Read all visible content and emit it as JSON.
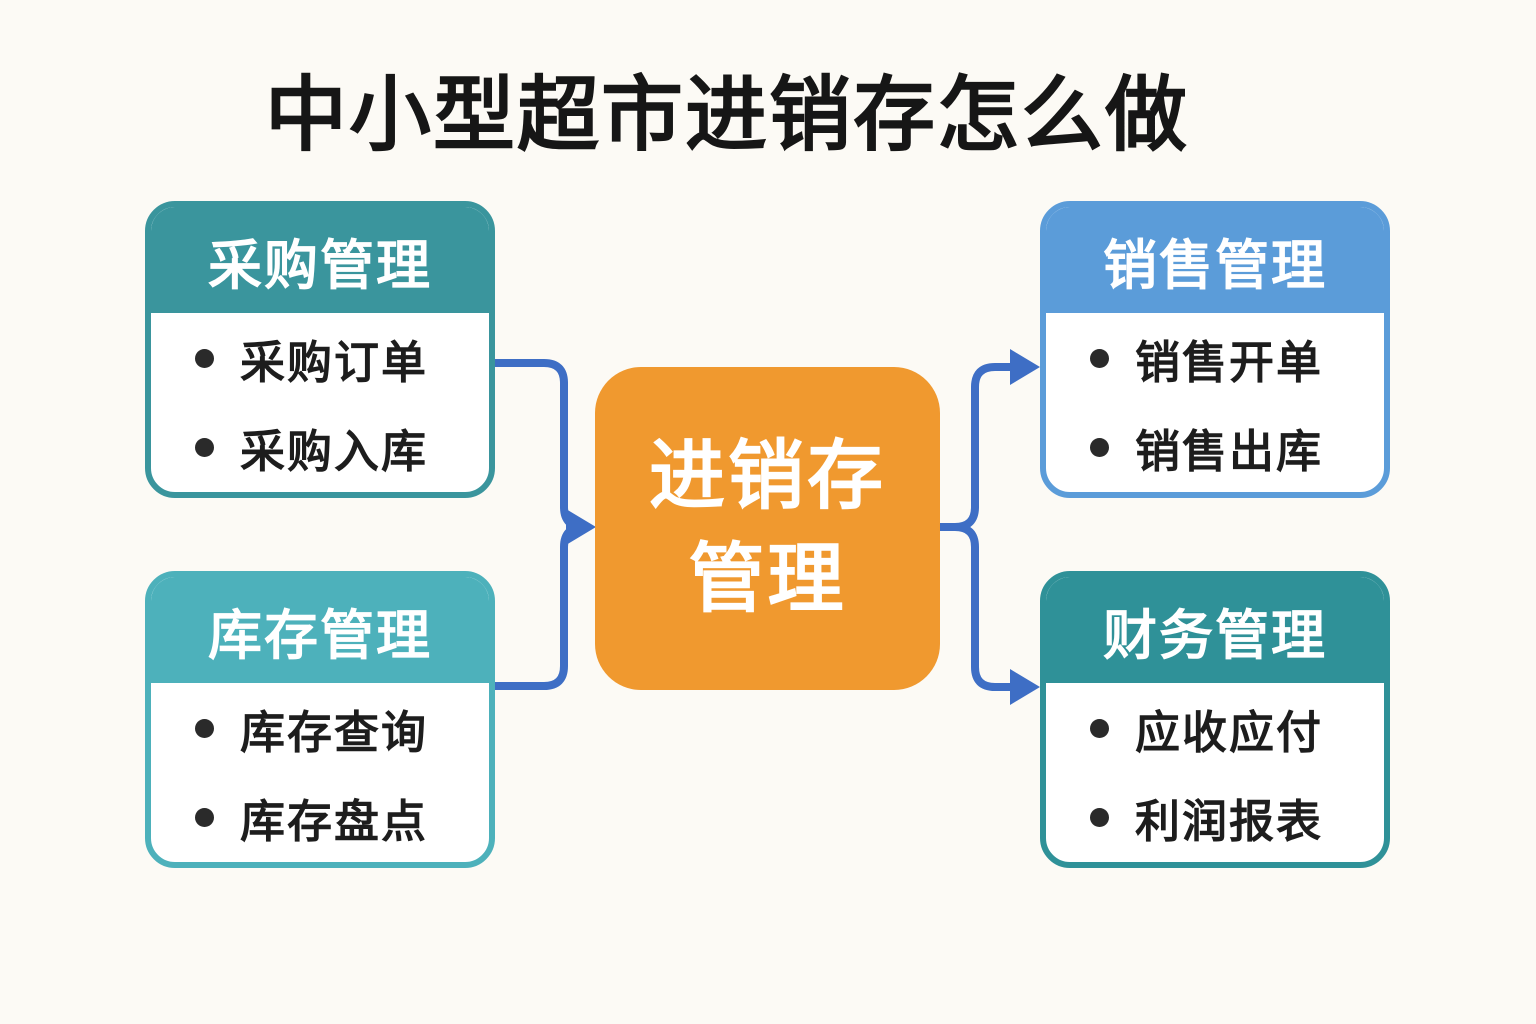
{
  "title": "中小型超市进销存怎么做",
  "center_node": {
    "line1": "进销存",
    "line2": "管理",
    "fill_color": "#F0992F",
    "text_color": "#FFFFFF"
  },
  "cards": {
    "purchase": {
      "title": "采购管理",
      "items": [
        "采购订单",
        "采购入库"
      ],
      "header_color": "#3A959D"
    },
    "inventory": {
      "title": "库存管理",
      "items": [
        "库存查询",
        "库存盘点"
      ],
      "header_color": "#4DB1BB"
    },
    "sales": {
      "title": "销售管理",
      "items": [
        "销售开单",
        "销售出库"
      ],
      "header_color": "#5B9CD9"
    },
    "finance": {
      "title": "财务管理",
      "items": [
        "应收应付",
        "利润报表"
      ],
      "header_color": "#2F9198"
    }
  },
  "colors": {
    "background": "#FCFAF5",
    "arrow": "#3E6EC5",
    "bullet_dot": "#2A2A2A",
    "card_body_background": "#FFFFFF",
    "title_text": "#161616",
    "card_title_text": "#FFFFFF"
  }
}
